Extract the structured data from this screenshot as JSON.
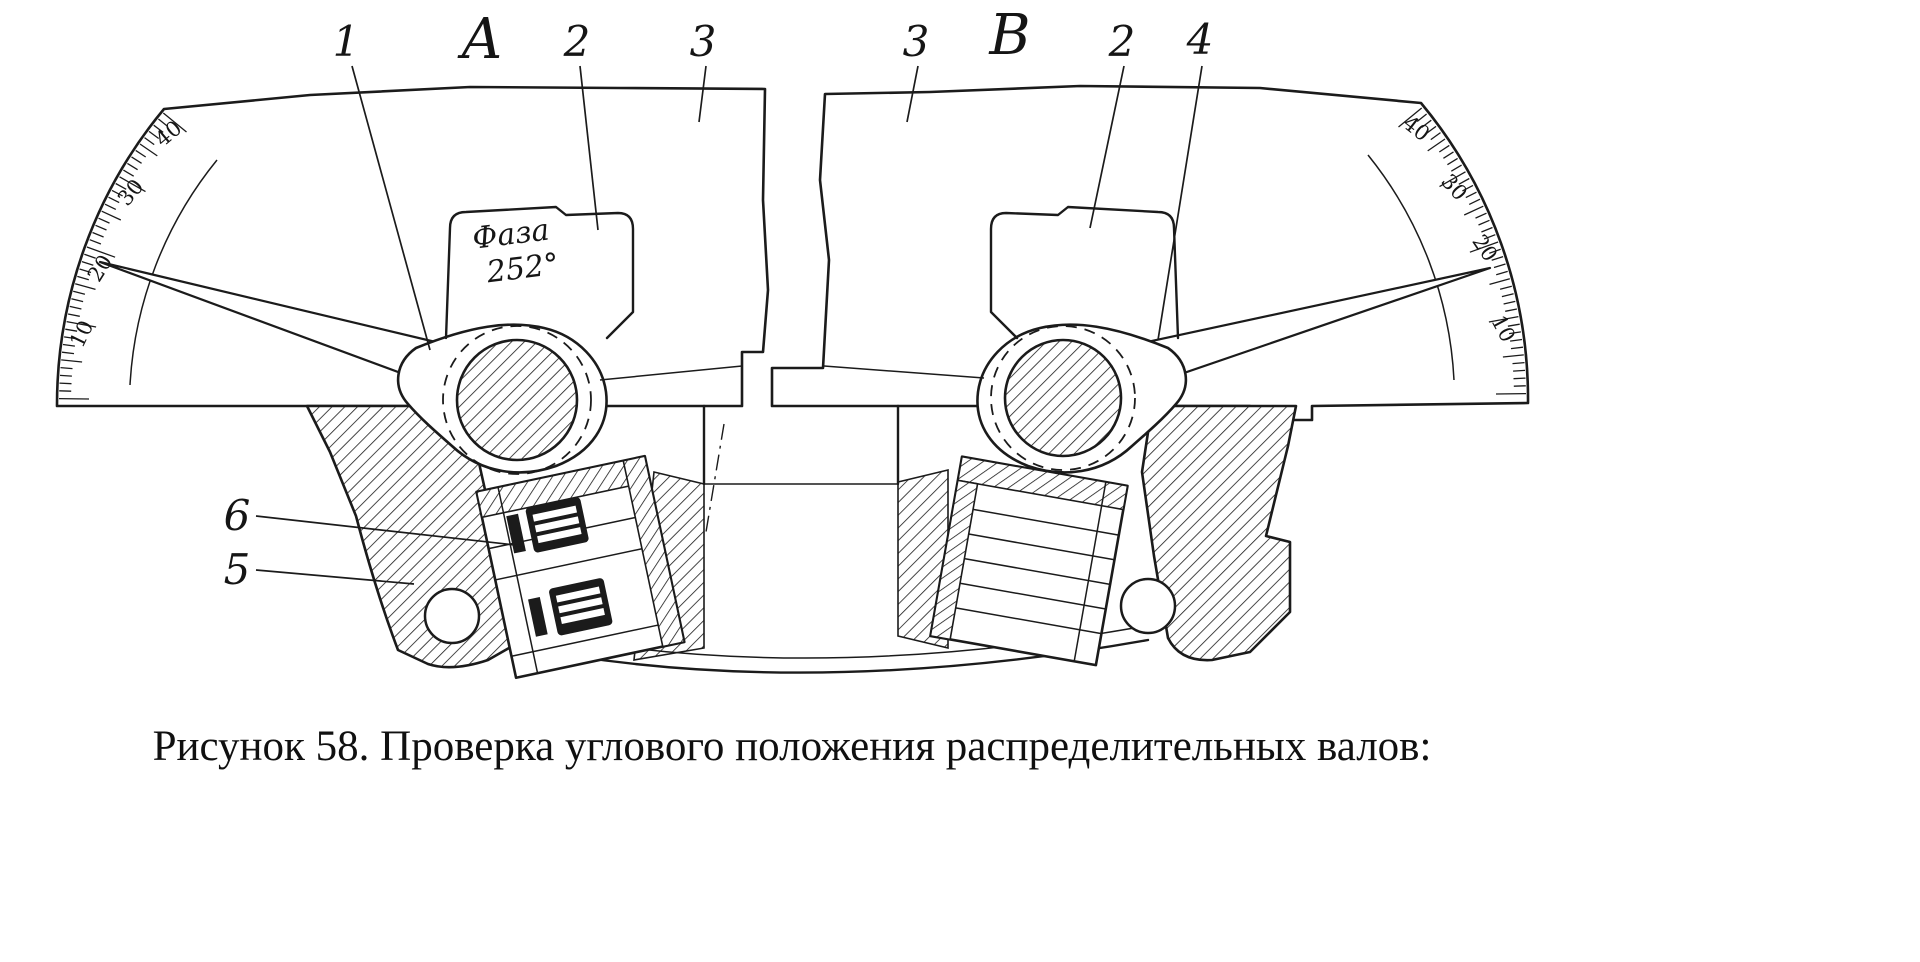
{
  "figure": {
    "caption": "Рисунок 58. Проверка углового положения распределительных валов:",
    "views": {
      "a": "А",
      "b": "В"
    },
    "callouts": {
      "c1": "1",
      "c2_left": "2",
      "c3_left": "3",
      "c3_right": "3",
      "c2_right": "2",
      "c4": "4",
      "c5": "5",
      "c6": "6"
    },
    "phase": {
      "line1": "Фаза",
      "line2": "252°"
    },
    "scale_left": [
      "40",
      "30",
      "20",
      "10"
    ],
    "scale_right": [
      "40",
      "30",
      "20",
      "10"
    ]
  }
}
